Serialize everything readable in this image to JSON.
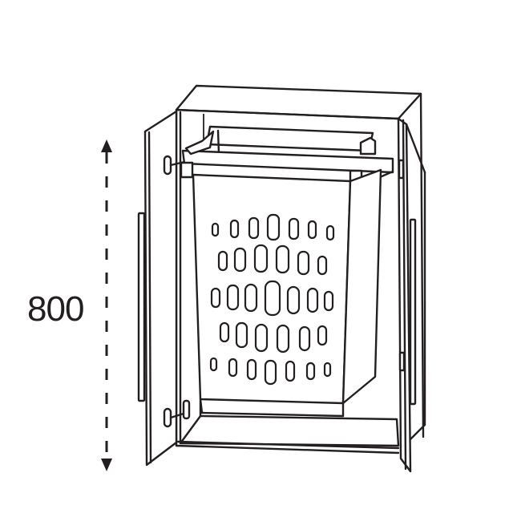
{
  "figure": {
    "subject": "base cabinet with open doors and pull-out laundry basket",
    "dimension": {
      "label": "800",
      "orientation": "vertical",
      "measures": "cabinet height"
    },
    "basket": {
      "hole_rows": [
        7,
        6,
        7,
        6,
        7
      ]
    },
    "colors": {
      "line": "#231f20",
      "background": "#ffffff"
    }
  }
}
